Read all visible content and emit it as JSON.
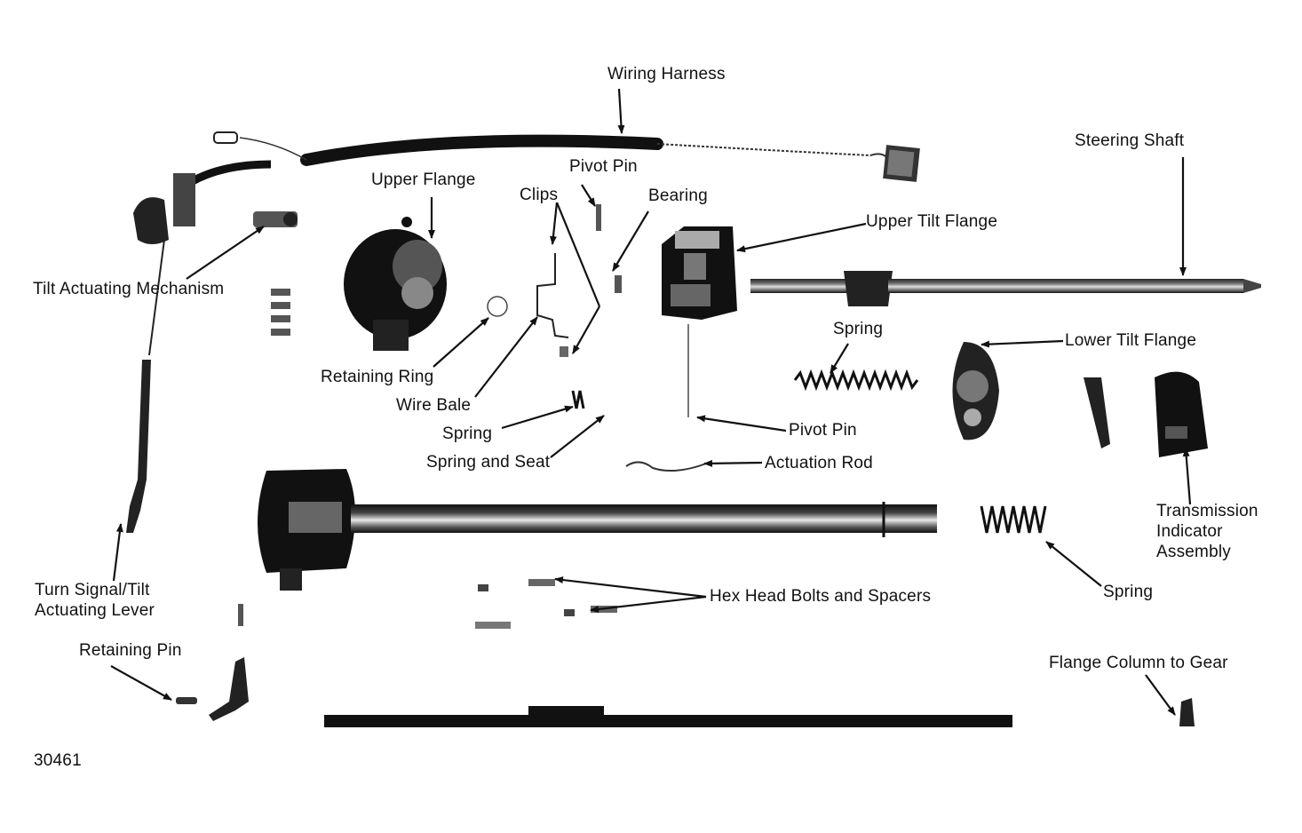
{
  "figure_number": "30461",
  "labels": {
    "wiring_harness": "Wiring Harness",
    "steering_shaft": "Steering Shaft",
    "pivot_pin_top": "Pivot Pin",
    "upper_flange": "Upper Flange",
    "clips": "Clips",
    "bearing": "Bearing",
    "upper_tilt_flange": "Upper Tilt Flange",
    "tilt_actuating_mechanism": "Tilt Actuating Mechanism",
    "spring_coil": "Spring",
    "lower_tilt_flange": "Lower Tilt Flange",
    "retaining_ring": "Retaining Ring",
    "wire_bale": "Wire Bale",
    "spring_small": "Spring",
    "pivot_pin_lower": "Pivot Pin",
    "spring_and_seat": "Spring and Seat",
    "actuation_rod": "Actuation Rod",
    "transmission_indicator_line1": "Transmission",
    "transmission_indicator_line2": "Indicator",
    "transmission_indicator_line3": "Assembly",
    "turn_signal_line1": "Turn Signal/Tilt",
    "turn_signal_line2": "Actuating Lever",
    "hex_head_bolts": "Hex Head Bolts and Spacers",
    "spring_right": "Spring",
    "retaining_pin": "Retaining Pin",
    "flange_column": "Flange Column to Gear"
  }
}
